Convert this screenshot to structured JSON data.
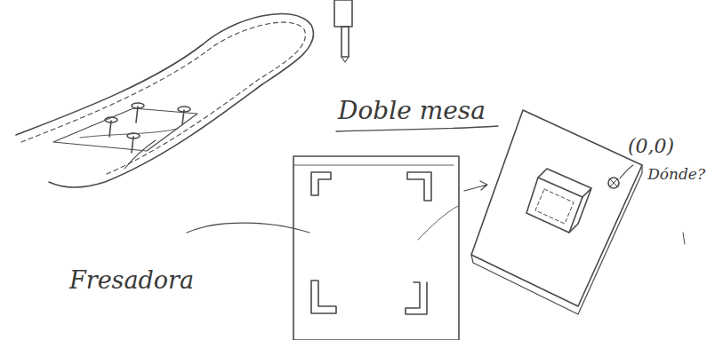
{
  "diagram": {
    "labels": [
      "Doble mesa",
      "Fresadora",
      "(0,0)",
      "Dónde?"
    ]
  }
}
